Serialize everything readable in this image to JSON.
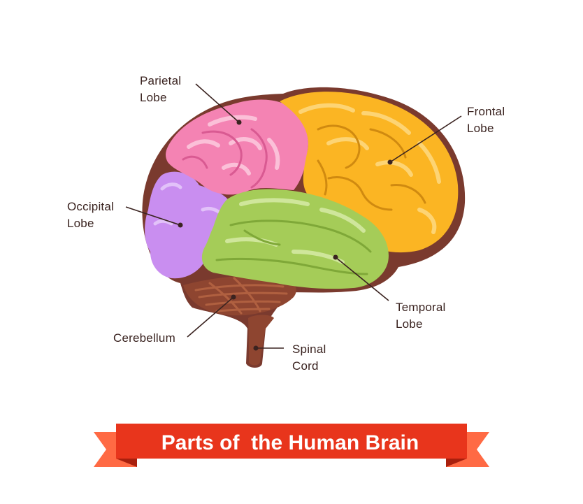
{
  "labels": {
    "parietal": [
      "Parietal",
      "Lobe"
    ],
    "frontal": [
      "Frontal",
      "Lobe"
    ],
    "occipital": [
      "Occipital",
      "Lobe"
    ],
    "temporal": [
      "Temporal",
      "Lobe"
    ],
    "cerebellum": [
      "Cerebellum"
    ],
    "spinal": [
      "Spinal",
      "Cord"
    ]
  },
  "banner": {
    "title": "Parts of  the Human Brain"
  },
  "colors": {
    "outline": "#7a3a2e",
    "parietal": "#f483b3",
    "frontal": "#fbb523",
    "occipital": "#c98ef0",
    "temporal": "#a5cc58",
    "cerebellum": "#8e4530",
    "banner": "#e8351c",
    "banner_tail": "#ff6a44",
    "label_text": "#3a2320"
  }
}
